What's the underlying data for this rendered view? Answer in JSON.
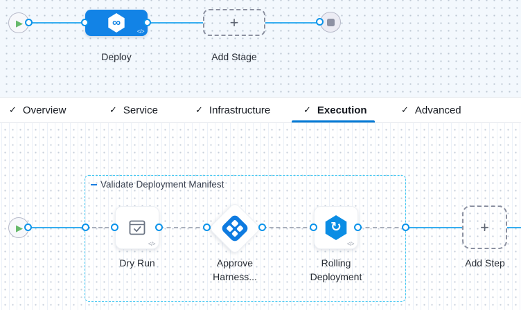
{
  "stage_builder": {
    "deploy_stage": {
      "label": "Deploy",
      "code_badge": "</>"
    },
    "add_stage": {
      "label": "Add Stage"
    }
  },
  "tabbar": {
    "check_glyph": "✓",
    "tabs": [
      {
        "label": "Overview",
        "completed": true,
        "active": false
      },
      {
        "label": "Service",
        "completed": true,
        "active": false
      },
      {
        "label": "Infrastructure",
        "completed": true,
        "active": false
      },
      {
        "label": "Execution",
        "completed": true,
        "active": true
      },
      {
        "label": "Advanced",
        "completed": true,
        "active": false
      }
    ]
  },
  "execution_builder": {
    "group": {
      "label": "Validate Deployment Manifest"
    },
    "steps": [
      {
        "name": "Dry Run",
        "label_line1": "Dry Run",
        "code_badge": "</>"
      },
      {
        "name": "Approve Harness",
        "label_line1": "Approve",
        "label_line2": "Harness..."
      },
      {
        "name": "Rolling Deployment",
        "label_line1": "Rolling",
        "label_line2": "Deployment",
        "code_badge": "</>"
      }
    ],
    "add_step": {
      "label": "Add Step"
    }
  },
  "icons": {
    "play_glyph": "▶",
    "plus_glyph": "+",
    "deploy_hex_glyph": "∞",
    "rolling_glyph": "↻"
  },
  "colors": {
    "stage_node_blue": "#1283e6",
    "connector_blue": "#35adf0",
    "port_ring_blue": "#0b93ea",
    "group_border_cyan": "#3ec6f2",
    "active_tab_underline": "#0278d5",
    "play_green": "#66b96a",
    "canvas_top_bg": "#f3f8fd"
  }
}
